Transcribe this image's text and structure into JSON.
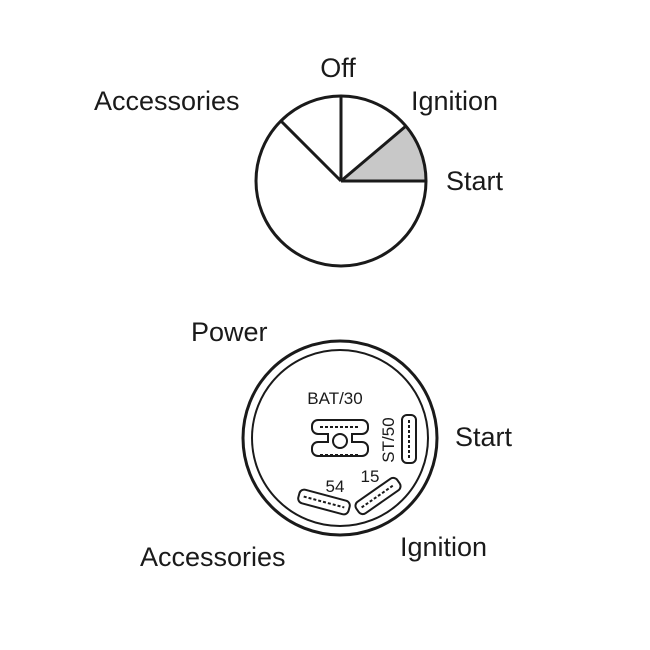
{
  "switch_positions": {
    "off": "Off",
    "accessories": "Accessories",
    "ignition": "Ignition",
    "start": "Start",
    "highlighted_position": "Start",
    "highlight_color": "#c8c8c8"
  },
  "connector": {
    "power_label": "Power",
    "start_label": "Start",
    "accessories_label": "Accessories",
    "ignition_label": "Ignition",
    "terminals": {
      "bat": "BAT/30",
      "st": "ST/50",
      "acc": "54",
      "ign": "15"
    }
  }
}
